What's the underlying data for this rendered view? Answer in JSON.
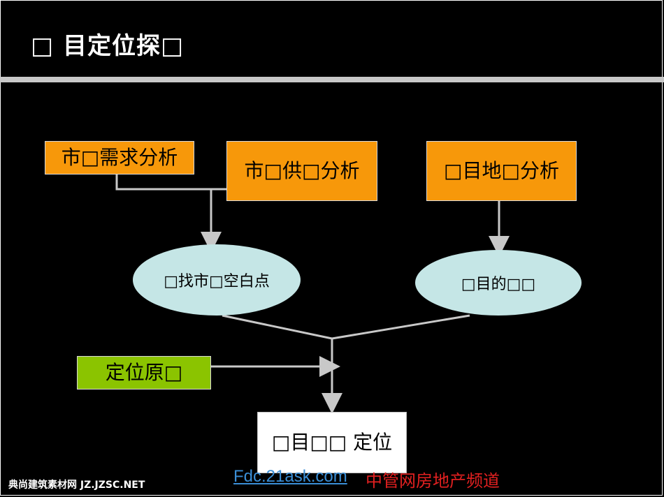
{
  "title": "□ 目定位探□",
  "nodes": {
    "market_demand": "市□需求分析",
    "market_supply": "市□供□分析",
    "site_analysis": "□目地□分析",
    "find_gap": "□找市□空白点",
    "project_goal": "□目的□□",
    "positioning_principle": "定位原□",
    "result": "□目□□ 定位"
  },
  "footer": {
    "left": "典尚建筑素材网 JZ.JZSC.NET",
    "link": "Fdc.21ask.com",
    "right": "中管网房地产频道"
  },
  "colors": {
    "orange": "#f7980a",
    "green": "#8bc400",
    "ellipse": "#c5e6e6",
    "connector": "#c8c8c8"
  }
}
